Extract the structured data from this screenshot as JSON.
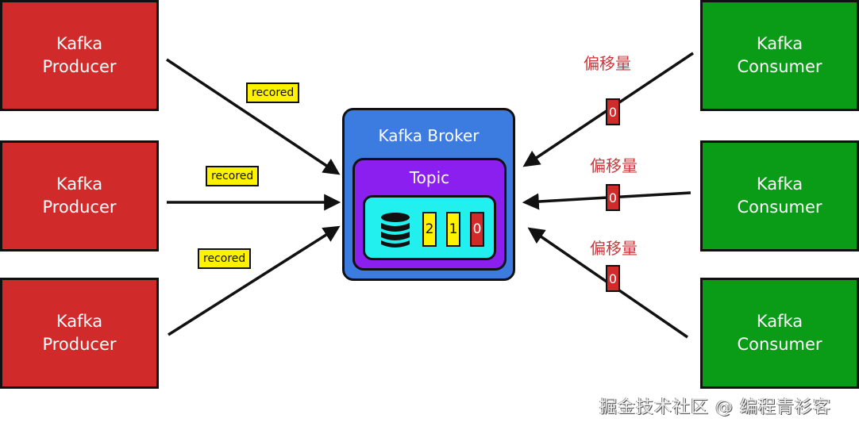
{
  "producers": [
    {
      "line1": "Kafka",
      "line2": "Producer"
    },
    {
      "line1": "Kafka",
      "line2": "Producer"
    },
    {
      "line1": "Kafka",
      "line2": "Producer"
    }
  ],
  "consumers": [
    {
      "line1": "Kafka",
      "line2": "Consumer"
    },
    {
      "line1": "Kafka",
      "line2": "Consumer"
    },
    {
      "line1": "Kafka",
      "line2": "Consumer"
    }
  ],
  "record_tags": [
    "recored",
    "recored",
    "recored"
  ],
  "offsets": [
    {
      "label": "偏移量",
      "value": "0"
    },
    {
      "label": "偏移量",
      "value": "0"
    },
    {
      "label": "偏移量",
      "value": "0"
    }
  ],
  "broker": {
    "title": "Kafka Broker",
    "topic": {
      "title": "Topic",
      "cells": [
        {
          "value": "2",
          "color": "#fff200"
        },
        {
          "value": "1",
          "color": "#fff200"
        },
        {
          "value": "0",
          "color": "#d12a2a"
        }
      ]
    }
  },
  "colors": {
    "producer": "#d12a2a",
    "consumer": "#0a9b17",
    "broker": "#3c7be0",
    "topic": "#8a1ff0",
    "partition": "#22f0ef"
  },
  "watermark": "掘金技术社区 @ 编程青衫客"
}
